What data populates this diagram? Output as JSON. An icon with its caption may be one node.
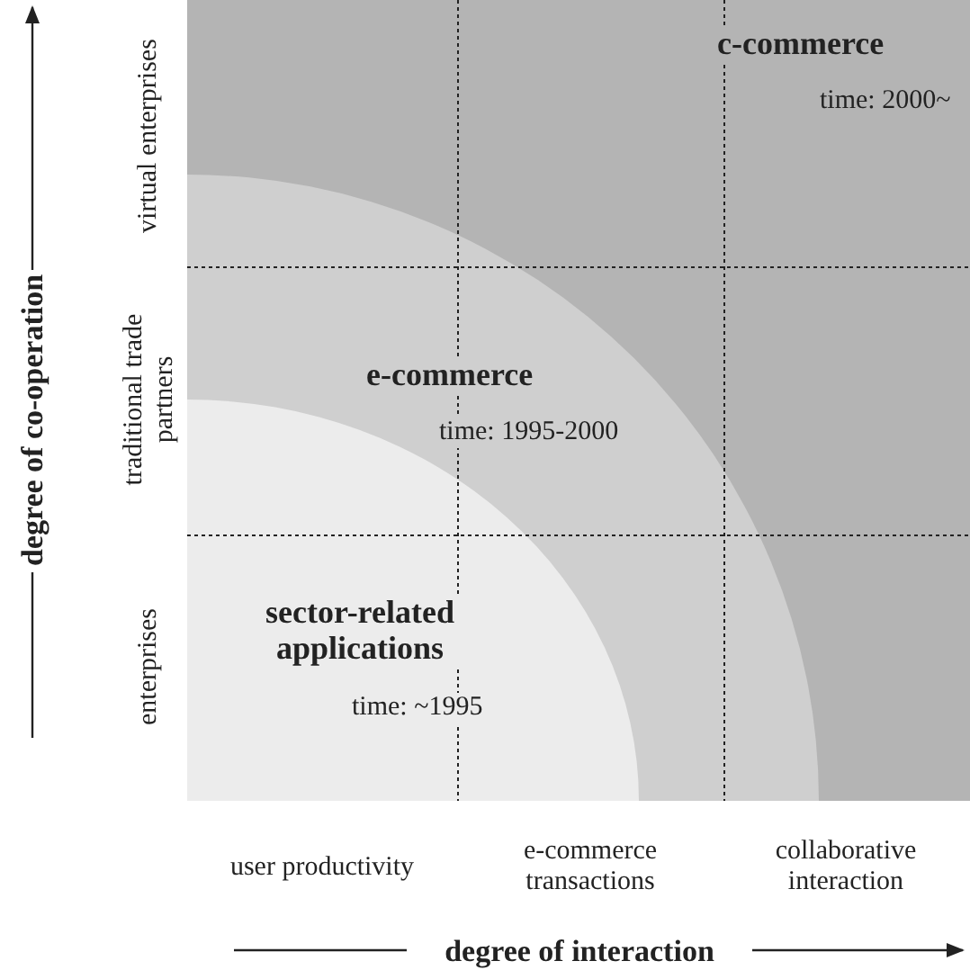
{
  "diagram": {
    "nodes": [
      {
        "text": [
          "c-commerce",
          "time: 2000~"
        ]
      },
      {
        "text": [
          "e-commerce",
          "time: 1995-2000"
        ],
        "in": 0
      },
      {
        "text": [
          "sector-related applications",
          "time: ~1995"
        ],
        "in": 1
      }
    ],
    "labels": [
      "virtual enterprises",
      "traditional trade partners",
      "enterprises",
      "user productivity",
      "e-commerce transactions",
      "collaborative interaction",
      "degree of co-operation",
      "degree of interaction"
    ]
  }
}
